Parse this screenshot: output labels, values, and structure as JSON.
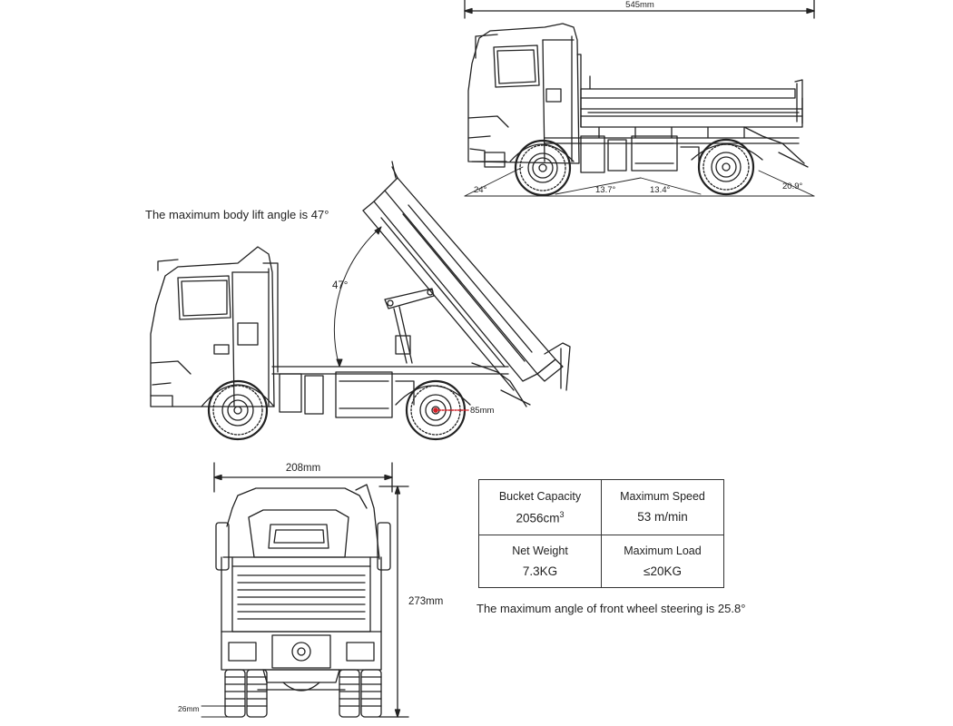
{
  "dimensions": {
    "overall_length": "545mm",
    "width": "208mm",
    "height": "273mm",
    "ground_clearance": "26mm",
    "axle_height": "85mm"
  },
  "angles": {
    "approach": "24°",
    "breakover_front": "13.7°",
    "breakover_rear": "13.4°",
    "departure": "20.9°",
    "body_lift": "47°"
  },
  "captions": {
    "lift_angle": "The maximum body lift angle is 47°",
    "steering_angle": "The maximum angle of front wheel steering is 25.8°"
  },
  "specs": [
    {
      "label": "Bucket Capacity",
      "value": "2056cm",
      "sup": "3"
    },
    {
      "label": "Maximum Speed",
      "value": "53 m/min",
      "sup": ""
    },
    {
      "label": "Net Weight",
      "value": "7.3KG",
      "sup": ""
    },
    {
      "label": "Maximum Load",
      "value": "≤20KG",
      "sup": ""
    }
  ],
  "colors": {
    "line": "#222222",
    "dimension_red": "#d2232a"
  }
}
